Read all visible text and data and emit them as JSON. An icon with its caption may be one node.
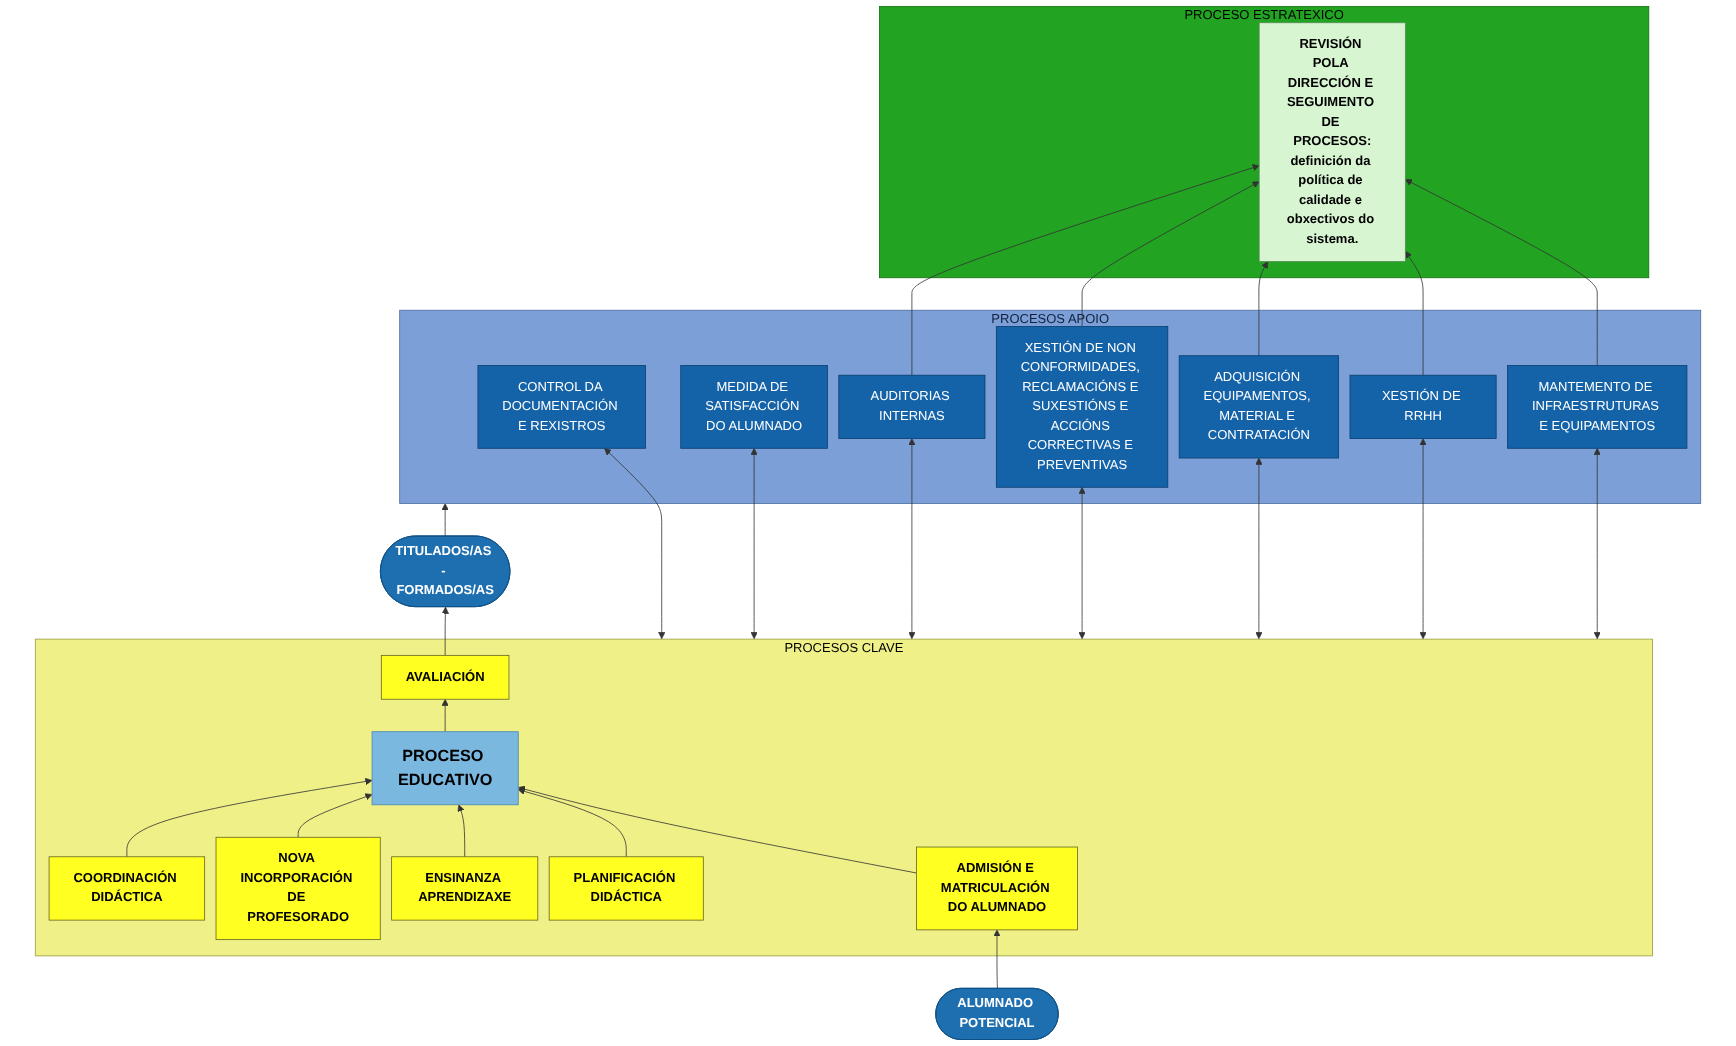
{
  "diagram": {
    "nodes": [
      {
        "text": [
          "ALUMNADO POTENCIAL"
        ]
      },
      {
        "text": [
          "PROCESO ESTRATEXICO"
        ]
      },
      {
        "text": [
          "REVISIÓN POLA DIRECCIÓN E SEGUIMENTO DE PROCESOS:",
          "definición da política de calidade e obxectivos do sistema."
        ],
        "in": 1
      },
      {
        "text": [
          "PROCESOS APOIO"
        ]
      },
      {
        "text": [
          "CONTROL DA DOCUMENTACIÓN E REXISTROS"
        ],
        "in": 3
      },
      {
        "text": [
          "MEDIDA DE SATISFACCIÓN DO ALUMNADO"
        ],
        "in": 3
      },
      {
        "text": [
          "MANTEMENTO DE INFRAESTRUTURAS E EQUIPAMENTOS"
        ],
        "in": 3
      },
      {
        "text": [
          "XESTIÓN DE RRHH"
        ],
        "in": 3
      },
      {
        "text": [
          "ADQUISICIÓN EQUIPAMENTOS, MATERIAL E CONTRATACIÓN"
        ],
        "in": 3
      },
      {
        "text": [
          "XESTIÓN DE NON CONFORMIDADES, RECLAMACIÓNS E SUXESTIÓNS E ACCIÓNS CORRECTIVAS E PREVENTIVAS"
        ],
        "in": 3
      },
      {
        "text": [
          "AUDITORIAS INTERNAS"
        ],
        "in": 3
      },
      {
        "text": [
          "PROCESOS CLAVE"
        ]
      },
      {
        "text": [
          "ADMISIÓN E MATRICULACIÓN DO ALUMNADO"
        ],
        "in": 11
      },
      {
        "text": [
          "PROCESO EDUCATIVO"
        ],
        "in": 11
      },
      {
        "text": [
          "AVALIACIÓN"
        ],
        "in": 11
      },
      {
        "text": [
          "PLANIFICACIÓN DIDÁCTICA"
        ],
        "in": 11
      },
      {
        "text": [
          "ENSINANZA APRENDIZAXE"
        ],
        "in": 11
      },
      {
        "text": [
          "NOVA INCORPORACIÓN DE PROFESORADO"
        ],
        "in": 11
      },
      {
        "text": [
          "COORDINACIÓN DIDÁCTICA"
        ],
        "in": 11
      },
      {
        "text": [
          "TITULADOS/AS - FORMADOS/AS"
        ]
      }
    ],
    "edges": [
      {
        "from": 0,
        "to": 12,
        "arrow": "to"
      },
      {
        "from": 12,
        "to": 13,
        "arrow": "to"
      },
      {
        "from": 13,
        "to": 14,
        "arrow": "to"
      },
      {
        "from": 14,
        "to": 19,
        "arrow": "to"
      },
      {
        "from": 15,
        "to": 13,
        "arrow": "to"
      },
      {
        "from": 16,
        "to": 13,
        "arrow": "to"
      },
      {
        "from": 17,
        "to": 13,
        "arrow": "to"
      },
      {
        "from": 18,
        "to": 13,
        "arrow": "to"
      },
      {
        "from": 6,
        "to": 2,
        "arrow": "to"
      },
      {
        "from": 7,
        "to": 2,
        "arrow": "to"
      },
      {
        "from": 8,
        "to": 2,
        "arrow": "to"
      },
      {
        "from": 9,
        "to": 2,
        "arrow": "to"
      },
      {
        "from": 10,
        "to": 2,
        "arrow": "to"
      },
      {
        "from": 4,
        "to": 11,
        "arrow": "both"
      },
      {
        "from": 5,
        "to": 11,
        "arrow": "both"
      },
      {
        "from": 6,
        "to": 11,
        "arrow": "both"
      },
      {
        "from": 7,
        "to": 11,
        "arrow": "both"
      },
      {
        "from": 8,
        "to": 11,
        "arrow": "both"
      },
      {
        "from": 9,
        "to": 11,
        "arrow": "both"
      },
      {
        "from": 10,
        "to": 11,
        "arrow": "both"
      },
      {
        "from": 19,
        "to": 3,
        "arrow": "to"
      }
    ]
  }
}
